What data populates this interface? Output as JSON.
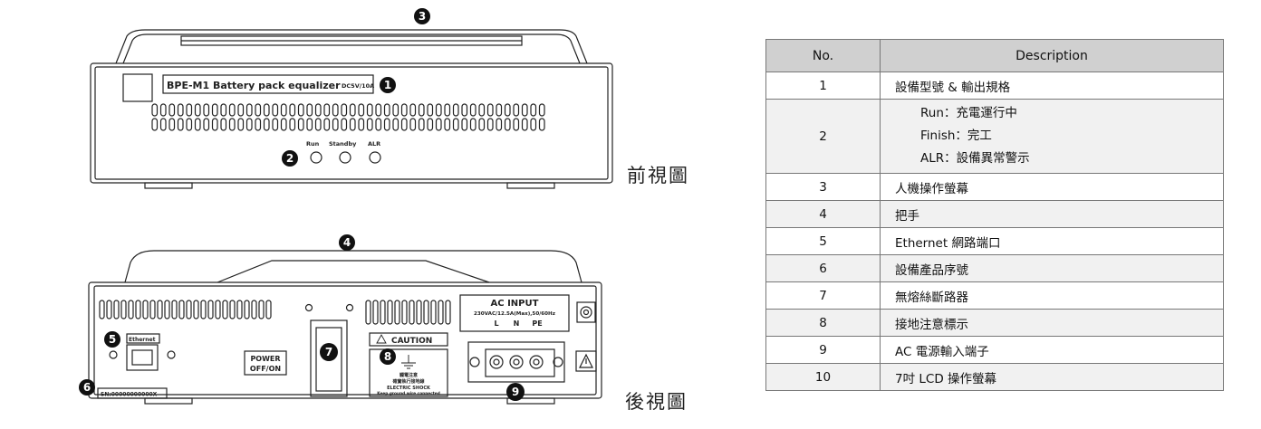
{
  "views": {
    "front": {
      "label": "前視圖"
    },
    "rear": {
      "label": "後視圖"
    }
  },
  "device_text": {
    "front_model": "BPE-M1 Battery pack equalizer",
    "front_model_spec": "DC5V/10A",
    "led_run": "Run",
    "led_standby": "Standby",
    "led_alr": "ALR",
    "ethernet": "Ethernet",
    "serial": "SN:00000000000X",
    "power_line1": "POWER",
    "power_line2": "OFF/ON",
    "caution": "CAUTION",
    "shock_line1": "觸電注意",
    "shock_line2": "確實執行接地線",
    "shock_line3": "ELECTRIC SHOCK",
    "shock_line4": "Keep ground wire connected",
    "ac_title": "AC INPUT",
    "ac_spec": "230VAC/12.5A(Max),50/60Hz",
    "ac_l": "L",
    "ac_n": "N",
    "ac_pe": "PE"
  },
  "callouts": [
    "1",
    "2",
    "3",
    "4",
    "5",
    "6",
    "7",
    "8",
    "9"
  ],
  "table": {
    "header": {
      "no": "No.",
      "desc": "Description"
    },
    "rows": [
      {
        "no": "1",
        "desc": "設備型號 & 輸出規格"
      },
      {
        "no": "2",
        "lines": [
          "Run：充電運行中",
          "Finish：完工",
          "ALR：設備異常警示"
        ]
      },
      {
        "no": "3",
        "desc": "人機操作螢幕"
      },
      {
        "no": "4",
        "desc": "把手"
      },
      {
        "no": "5",
        "desc": "Ethernet 網路端口"
      },
      {
        "no": "6",
        "desc": "設備產品序號"
      },
      {
        "no": "7",
        "desc": "無熔絲斷路器"
      },
      {
        "no": "8",
        "desc": "接地注意標示"
      },
      {
        "no": "9",
        "desc": "AC 電源輸入端子"
      },
      {
        "no": "10",
        "desc": "7吋 LCD 操作螢幕"
      }
    ]
  }
}
